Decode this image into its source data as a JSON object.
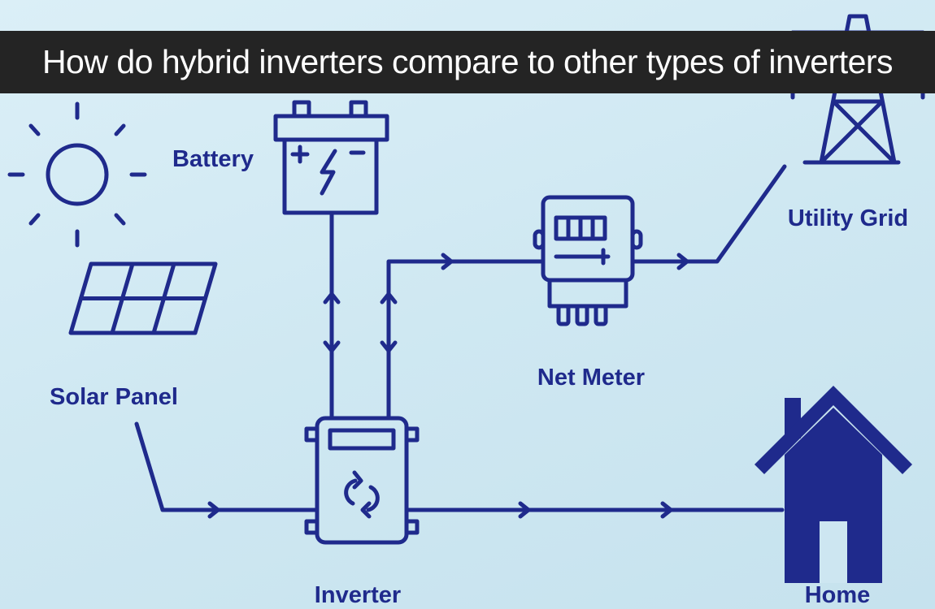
{
  "title": "How do hybrid inverters compare to other types of inverters",
  "labels": {
    "battery": "Battery",
    "solar_panel": "Solar Panel",
    "inverter": "Inverter",
    "net_meter": "Net Meter",
    "utility_grid": "Utility Grid",
    "home": "Home"
  },
  "colors": {
    "line": "#1f2a8c",
    "banner": "#242424",
    "background": "#d3eaf4"
  }
}
